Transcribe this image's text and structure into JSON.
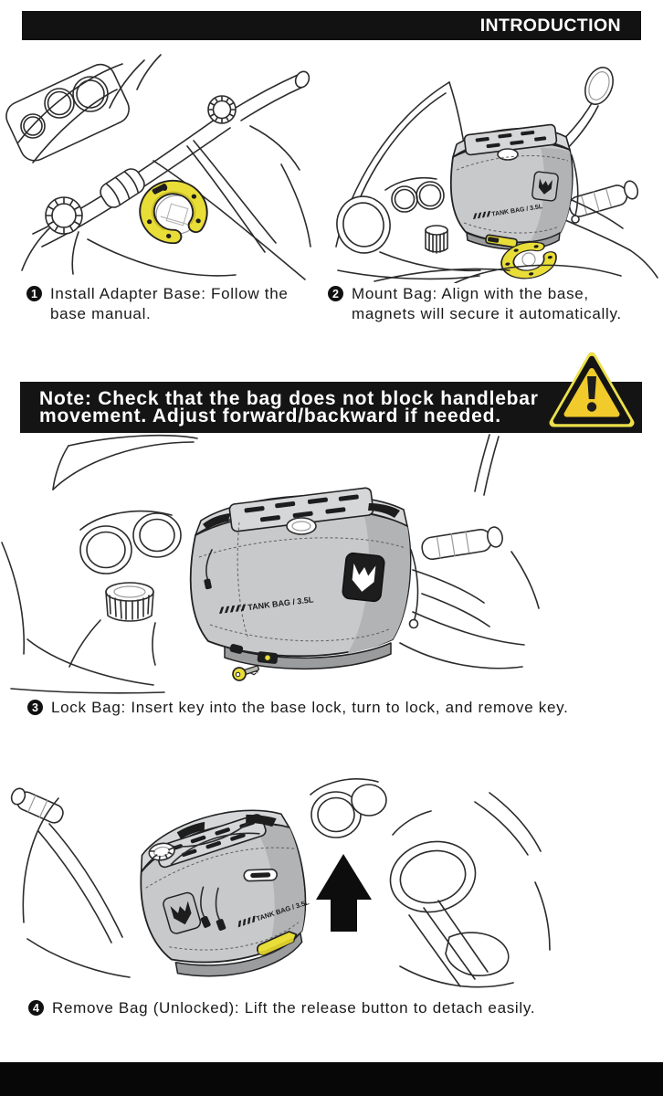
{
  "header": {
    "title": "INTRODUCTION"
  },
  "steps": [
    {
      "number": "1",
      "text": "Install Adapter Base: Follow the\nbase manual."
    },
    {
      "number": "2",
      "text": "Mount Bag: Align with the base,\nmagnets will secure it automatically."
    },
    {
      "number": "3",
      "text": "Lock Bag: Insert key into the base lock, turn to lock, and remove key."
    },
    {
      "number": "4",
      "text": "Remove Bag (Unlocked): Lift the release button to detach easily."
    }
  ],
  "note": {
    "text": "Note: Check that the bag does not block handlebar\nmovement. Adjust forward/backward if needed."
  },
  "bag": {
    "label": "TANK BAG / 3.5L"
  },
  "colors": {
    "bar_black": "#121212",
    "accent_yellow": "#e9dd38",
    "warning_yellow": "#f1ca2b",
    "bag_gray": "#c8c9cb",
    "text_black": "#1a1a1a"
  },
  "illustrations": [
    {
      "name": "install-adapter-base",
      "description": "handlebar cockpit with yellow adapter ring on tank"
    },
    {
      "name": "mount-bag",
      "description": "tank bag above yellow adapter ring"
    },
    {
      "name": "lock-bag",
      "description": "mounted tank bag with key at base lock"
    },
    {
      "name": "remove-bag",
      "description": "tank bag lifting off, black up arrow"
    }
  ]
}
